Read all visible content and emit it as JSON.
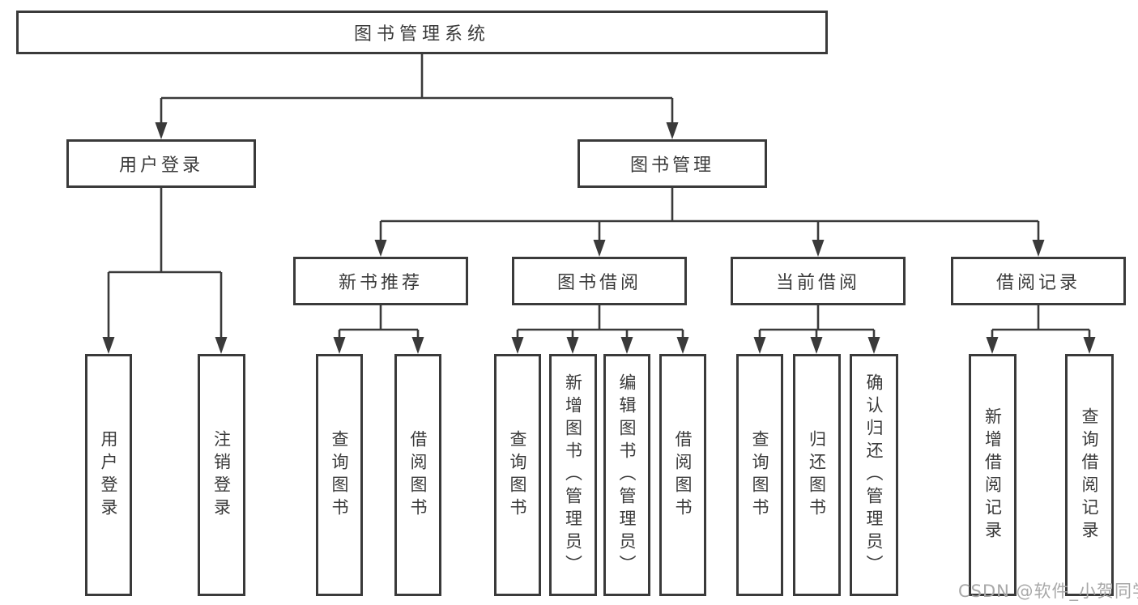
{
  "diagram": {
    "type": "tree",
    "nodes": {
      "root": {
        "label": "图书管理系统"
      },
      "user_login": {
        "label": "用户登录"
      },
      "book_mgmt": {
        "label": "图书管理"
      },
      "new_books": {
        "label": "新书推荐"
      },
      "book_borrow": {
        "label": "图书借阅"
      },
      "current_borrow": {
        "label": "当前借阅"
      },
      "borrow_records": {
        "label": "借阅记录"
      },
      "ul_user_login": {
        "label": "用户登录"
      },
      "ul_logout": {
        "label": "注销登录"
      },
      "nb_query_books": {
        "label": "查询图书"
      },
      "nb_borrow_books": {
        "label": "借阅图书"
      },
      "bb_query_books": {
        "label": "查询图书"
      },
      "bb_add_books": {
        "label": "新增图书（管理员）"
      },
      "bb_edit_books": {
        "label": "编辑图书（管理员）"
      },
      "bb_borrow_books": {
        "label": "借阅图书"
      },
      "cb_query_books": {
        "label": "查询图书"
      },
      "cb_return_books": {
        "label": "归还图书"
      },
      "cb_confirm_return": {
        "label": "确认归还（管理员）"
      },
      "br_add_record": {
        "label": "新增借阅记录"
      },
      "br_query_record": {
        "label": "查询借阅记录"
      }
    },
    "edges": [
      [
        "root",
        "user_login"
      ],
      [
        "root",
        "book_mgmt"
      ],
      [
        "user_login",
        "ul_user_login"
      ],
      [
        "user_login",
        "ul_logout"
      ],
      [
        "book_mgmt",
        "new_books"
      ],
      [
        "book_mgmt",
        "book_borrow"
      ],
      [
        "book_mgmt",
        "current_borrow"
      ],
      [
        "book_mgmt",
        "borrow_records"
      ],
      [
        "new_books",
        "nb_query_books"
      ],
      [
        "new_books",
        "nb_borrow_books"
      ],
      [
        "book_borrow",
        "bb_query_books"
      ],
      [
        "book_borrow",
        "bb_add_books"
      ],
      [
        "book_borrow",
        "bb_edit_books"
      ],
      [
        "book_borrow",
        "bb_borrow_books"
      ],
      [
        "current_borrow",
        "cb_query_books"
      ],
      [
        "current_borrow",
        "cb_return_books"
      ],
      [
        "current_borrow",
        "cb_confirm_return"
      ],
      [
        "borrow_records",
        "br_add_record"
      ],
      [
        "borrow_records",
        "br_query_record"
      ]
    ]
  },
  "watermark": {
    "text": "CSDN @软件_小贺同学"
  },
  "colors": {
    "line": "#3a3a3a",
    "box_border": "#3a3a3a",
    "text": "#3a3a3a",
    "watermark": "#a8a8a8",
    "background": "#ffffff"
  }
}
